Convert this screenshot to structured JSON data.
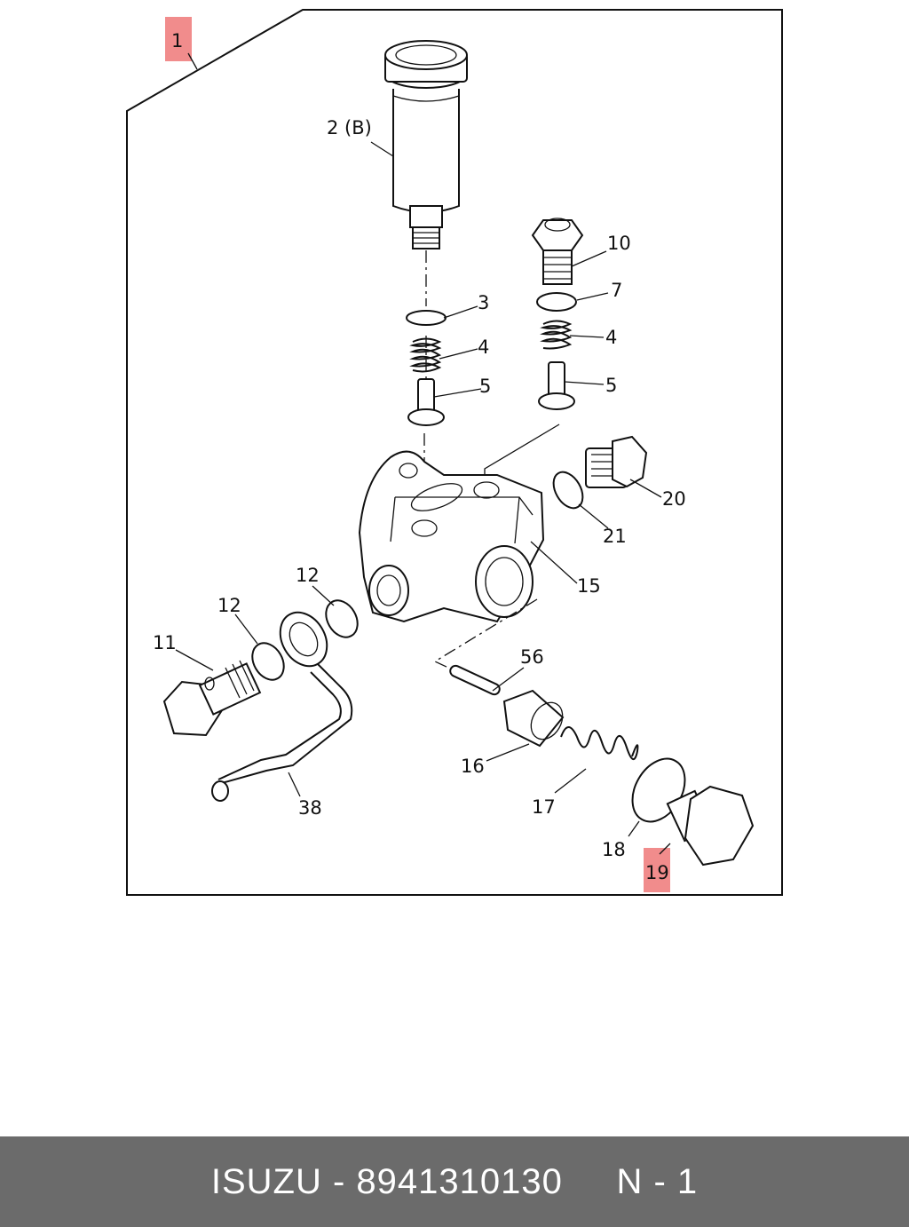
{
  "diagram": {
    "callouts": {
      "c1": "1",
      "c2b": "2 (B)",
      "c3": "3",
      "c4a": "4",
      "c5a": "5",
      "c10": "10",
      "c7": "7",
      "c4b": "4",
      "c5b": "5",
      "c20": "20",
      "c21": "21",
      "c15": "15",
      "c12a": "12",
      "c12b": "12",
      "c11": "11",
      "c56": "56",
      "c16": "16",
      "c38": "38",
      "c17": "17",
      "c18": "18",
      "c19": "19"
    },
    "highlight_color": "#f08080"
  },
  "footer": {
    "brand": "ISUZU",
    "separator": " - ",
    "part_number": "8941310130",
    "spacer": "     ",
    "page": "N - 1",
    "background": "#6b6b6b"
  }
}
